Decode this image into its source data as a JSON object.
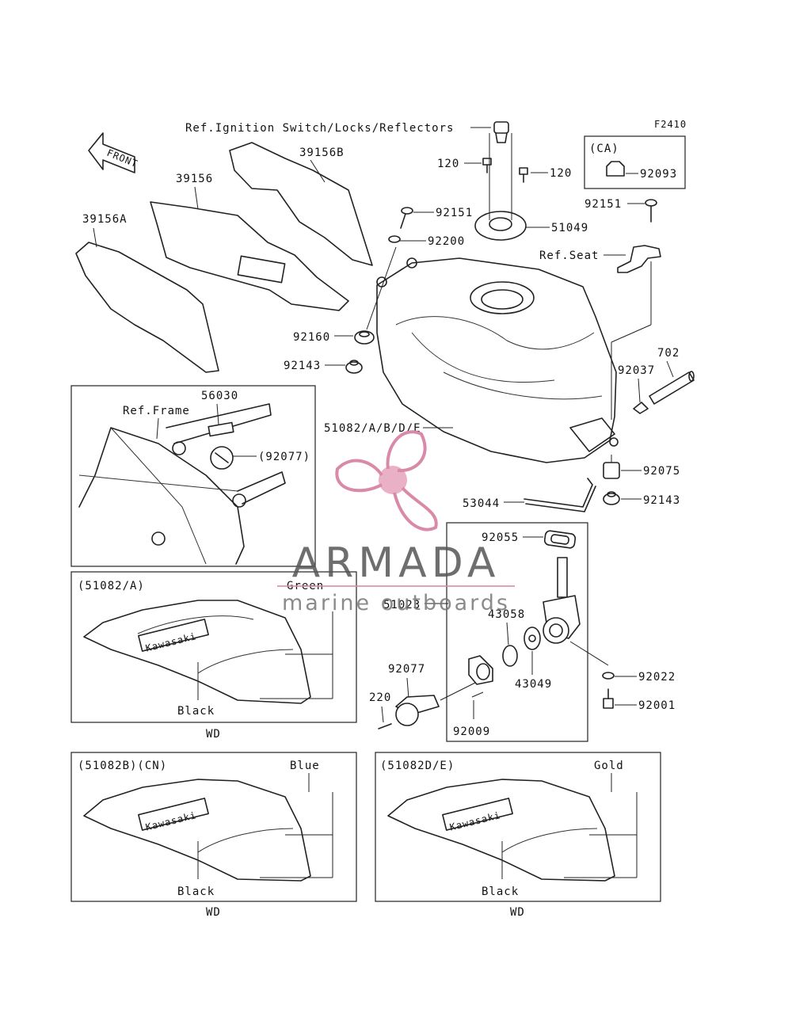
{
  "figure_code": "F2410",
  "front_label": "FRONT",
  "watermark": {
    "title": "ARMADA",
    "subtitle": "marine outboards",
    "logo_color": "#d98aa8"
  },
  "parts": {
    "ref_ignition": "Ref.Ignition Switch/Locks/Reflectors",
    "p39156b": "39156B",
    "p39156": "39156",
    "p39156a": "39156A",
    "p120_left": "120",
    "p120_right": "120",
    "ca_label": "(CA)",
    "p92093": "92093",
    "p92151_left": "92151",
    "p92151_right": "92151",
    "p51049": "51049",
    "p92200": "92200",
    "ref_seat": "Ref.Seat",
    "p92160": "92160",
    "p92143_left": "92143",
    "p702": "702",
    "p92037": "92037",
    "p51082": "51082/A/B/D/E",
    "p92075": "92075",
    "p53044": "53044",
    "p92143_right": "92143",
    "p92055": "92055",
    "p51023": "51023",
    "p43058": "43058",
    "p43049": "43049",
    "p92022": "92022",
    "p92001": "92001",
    "p92077": "92077",
    "p220": "220",
    "p92009": "92009"
  },
  "inset_frame": {
    "p56030": "56030",
    "ref_frame": "Ref.Frame",
    "p92077_paren": "(92077)"
  },
  "decal_panels": [
    {
      "title": "(51082/A)",
      "color_label": "Green",
      "black_label": "Black",
      "wd_label": "WD",
      "brand": "Kawasaki"
    },
    {
      "title": "(51082B)(CN)",
      "color_label": "Blue",
      "black_label": "Black",
      "wd_label": "WD",
      "brand": "Kawasaki"
    },
    {
      "title": "(51082D/E)",
      "color_label": "Gold",
      "black_label": "Black",
      "wd_label": "WD",
      "brand": "Kawasaki"
    }
  ]
}
